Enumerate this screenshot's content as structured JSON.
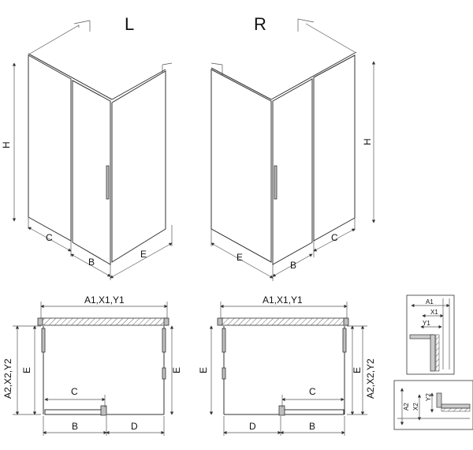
{
  "views": {
    "left_label": "L",
    "right_label": "R"
  },
  "dims": {
    "H": "H",
    "C": "C",
    "B": "B",
    "E": "E",
    "D": "D",
    "A_row": "A1,X1,Y1",
    "A_col": "A2,X2,Y2"
  },
  "detail": {
    "A1": "A1",
    "X1": "X1",
    "Y1": "Y1",
    "A2": "A2",
    "X2": "X2",
    "Y2": "Y2"
  }
}
